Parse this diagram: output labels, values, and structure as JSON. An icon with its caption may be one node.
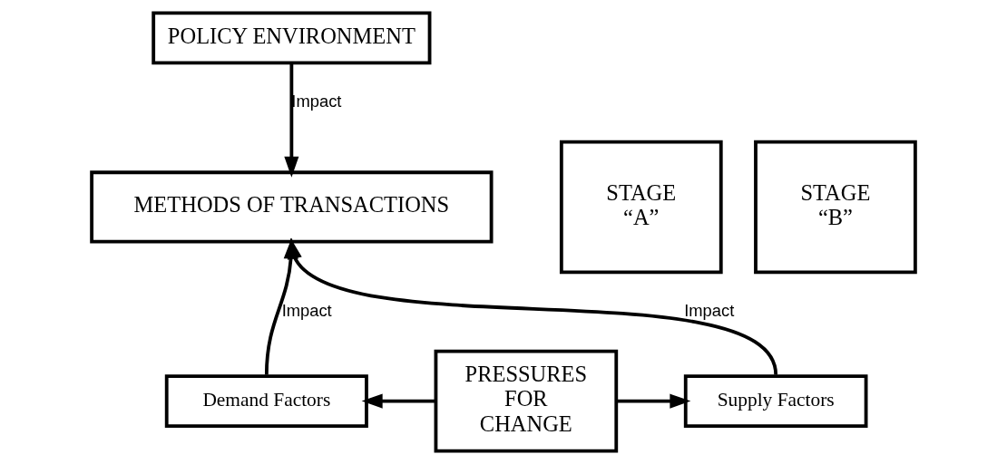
{
  "diagram": {
    "nodes": [
      {
        "text": [
          "POLICY ENVIRONMENT"
        ]
      },
      {
        "text": [
          "STAGE “A”"
        ]
      },
      {
        "text": [
          "METHODS OF TRANSACTIONS"
        ]
      },
      {
        "text": [
          "STAGE “B”"
        ]
      },
      {
        "text": [
          "Demand Factors"
        ]
      },
      {
        "text": [
          "PRESSURES FOR CHANGE"
        ]
      },
      {
        "text": [
          "Supply Factors"
        ]
      }
    ],
    "edges": [
      {
        "from": 0,
        "to": 2,
        "arrow": "to",
        "label": "Impact"
      },
      {
        "from": 4,
        "to": 2,
        "arrow": "to",
        "label": "Impact"
      },
      {
        "from": 6,
        "to": 2,
        "arrow": "to",
        "label": "Impact"
      },
      {
        "from": 5,
        "to": 4,
        "arrow": "to"
      },
      {
        "from": 5,
        "to": 6,
        "arrow": "to"
      }
    ]
  }
}
